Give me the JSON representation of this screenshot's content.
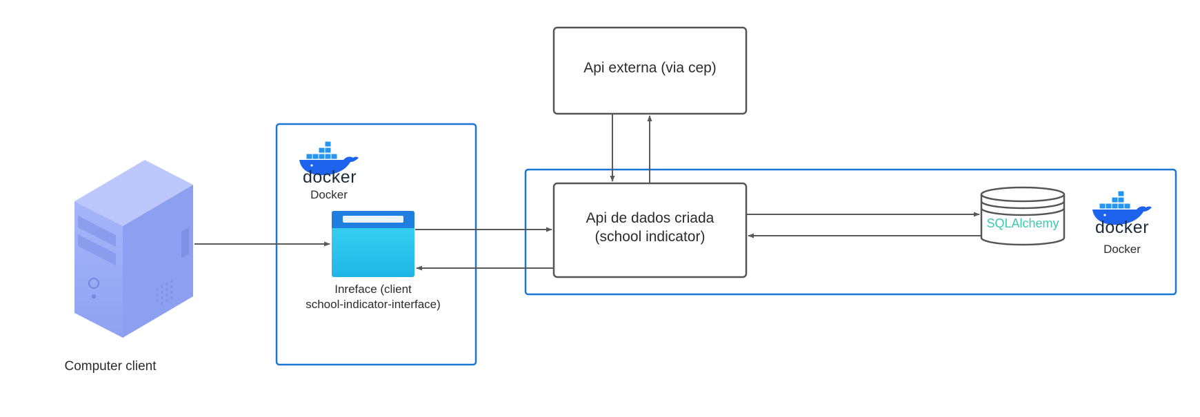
{
  "computer_client": {
    "label": "Computer client"
  },
  "interface_container": {
    "docker_logo_text": "docker",
    "docker_label": "Docker",
    "window_label_line1": "Inreface (client",
    "window_label_line2": "school-indicator-interface)"
  },
  "external_api": {
    "label": "Api externa  (via cep)"
  },
  "api_container": {
    "api_label_line1": "Api  de dados criada",
    "api_label_line2": "(school indicator)",
    "database_label": "SQLAlchemy",
    "docker_logo_text": "docker",
    "docker_label": "Docker"
  },
  "colors": {
    "container_border": "#1976d2",
    "box_border": "#555555",
    "arrow": "#595959",
    "docker_blue": "#1d63ed",
    "docker_light": "#2496ed",
    "server_body": "#9fb0f7",
    "window_top": "#1e88e5",
    "window_body": "#29c5ef",
    "sqlalchemy_text": "#3cc9b0"
  },
  "icons": [
    "server-icon",
    "docker-icon",
    "app-window-icon",
    "database-icon"
  ]
}
